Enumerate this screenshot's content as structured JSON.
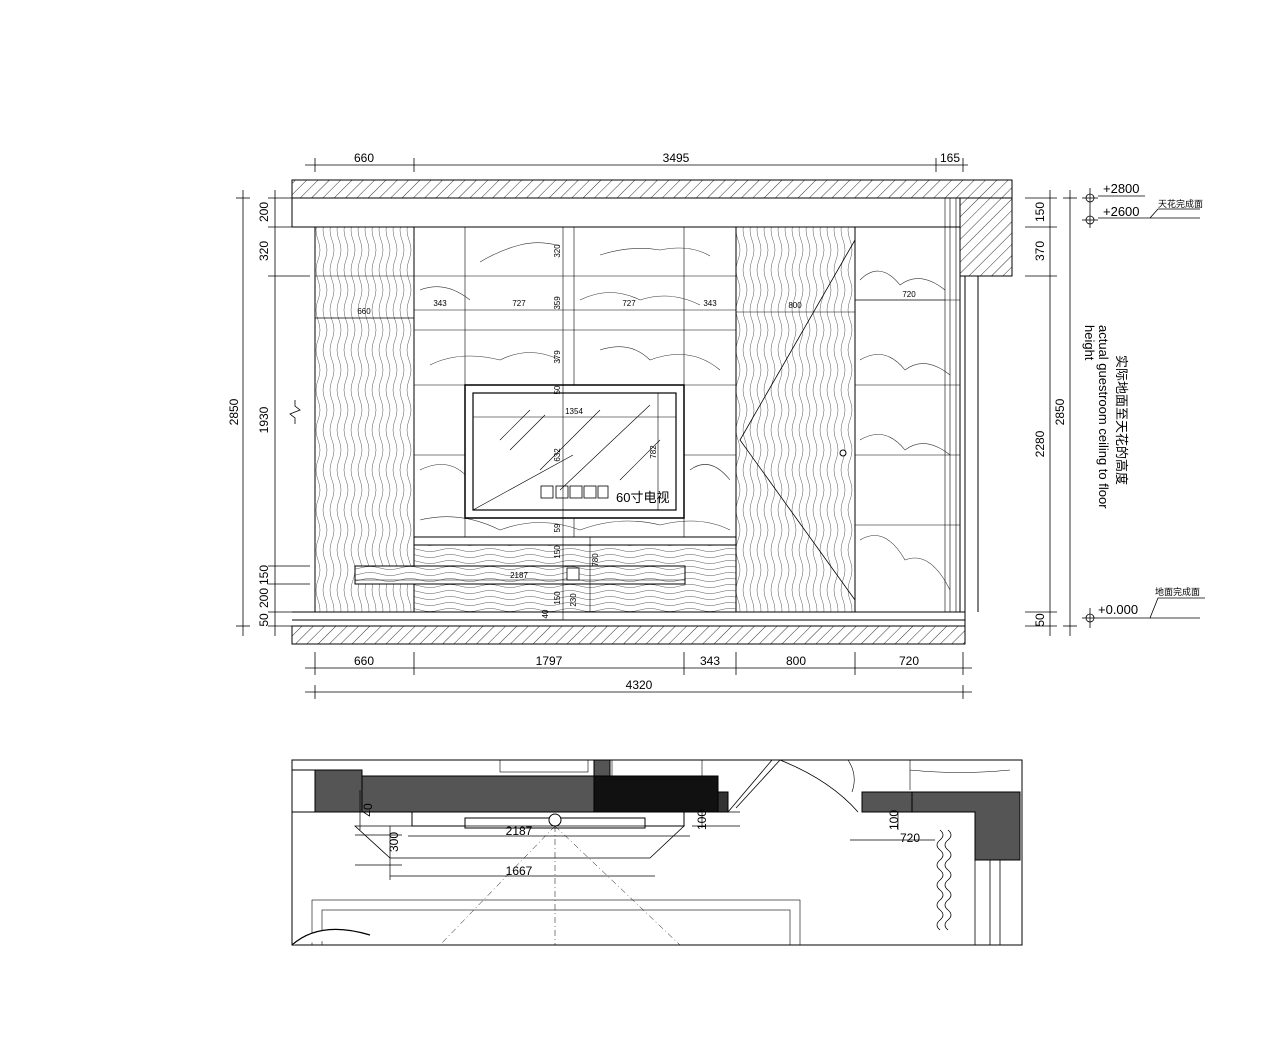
{
  "elevation": {
    "top_dims": [
      "660",
      "3495",
      "165"
    ],
    "left_outer": "2850",
    "left_segments": [
      "200",
      "320",
      "1930",
      "150",
      "200",
      "50"
    ],
    "right_outer": "2850",
    "right_segments": [
      "150",
      "370",
      "2280",
      "50"
    ],
    "bottom_dims": [
      "660",
      "1797",
      "343",
      "800",
      "720"
    ],
    "bottom_total": "4320",
    "inner_widths": {
      "panel_left": "660",
      "marble_left": "343",
      "marble_mid1": "727",
      "marble_mid2": "727",
      "marble_right": "343",
      "door": "800",
      "right_panel": "720"
    },
    "inner_heights": [
      "320",
      "359",
      "379",
      "50",
      "632",
      "59",
      "150",
      "150",
      "40",
      "230"
    ],
    "tv": {
      "width": "1354",
      "height": "782",
      "label": "60寸电视"
    },
    "cabinet": {
      "width": "2187",
      "height": "780"
    },
    "levels": {
      "ceiling_top": "+2800",
      "ceiling": "+2600",
      "ceiling_label": "天花完成面",
      "floor": "+0.000",
      "floor_label": "地面完成面"
    },
    "vertical_note_cn": "实际地面至天花的高度",
    "vertical_note_en_1": "actual guestroom ceiling to floor",
    "vertical_note_en_2": "height"
  },
  "plan": {
    "dim_depth1": "40",
    "dim_depth2": "300",
    "dim_cabinet": "2187",
    "dim_inner": "1667",
    "dim_100a": "100",
    "dim_100b": "100",
    "dim_right": "720"
  }
}
